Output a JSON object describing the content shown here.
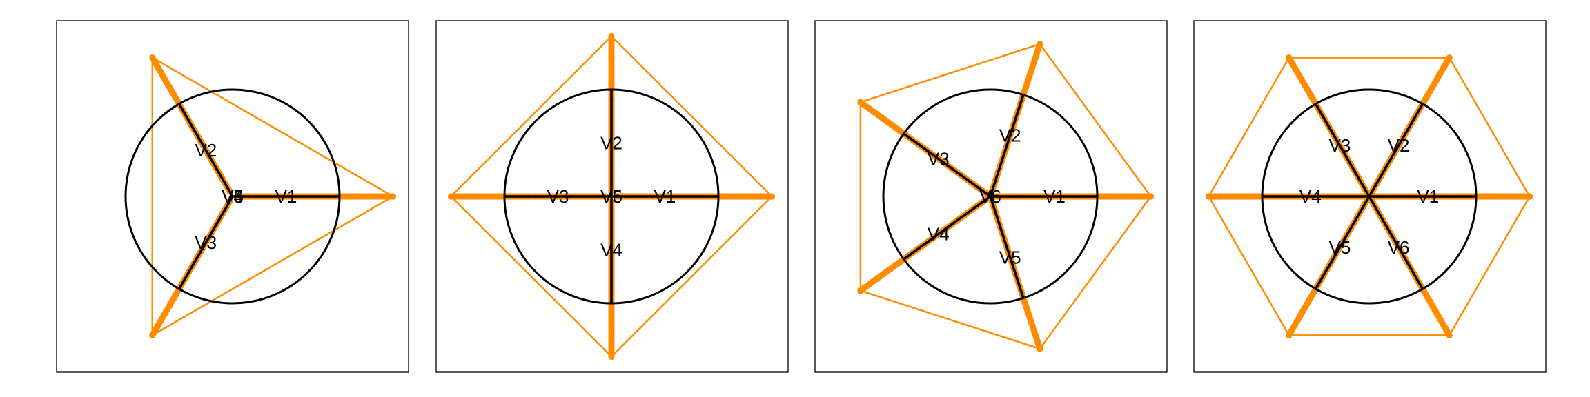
{
  "chart_data": [
    {
      "type": "scatter",
      "description_kind": "radial projection",
      "point_color": "#ff8c00",
      "axis_color": "#000000",
      "circle_radius": 1,
      "hull_radius": 1.5,
      "axes": [
        {
          "label": "V1",
          "angle_deg": 0
        },
        {
          "label": "V2",
          "angle_deg": 120
        },
        {
          "label": "V3",
          "angle_deg": 240
        },
        {
          "label": "V4",
          "angle_deg": 0
        },
        {
          "label": "V5",
          "angle_deg": 0
        },
        {
          "label": "V6",
          "angle_deg": 0
        }
      ]
    },
    {
      "type": "scatter",
      "description_kind": "radial projection",
      "point_color": "#ff8c00",
      "axis_color": "#000000",
      "circle_radius": 1,
      "hull_radius": 1.5,
      "axes": [
        {
          "label": "V1",
          "angle_deg": 0
        },
        {
          "label": "V2",
          "angle_deg": 90
        },
        {
          "label": "V3",
          "angle_deg": 180
        },
        {
          "label": "V4",
          "angle_deg": 270
        },
        {
          "label": "V5",
          "angle_deg": 0
        },
        {
          "label": "V6",
          "angle_deg": 0
        }
      ]
    },
    {
      "type": "scatter",
      "description_kind": "radial projection",
      "point_color": "#ff8c00",
      "axis_color": "#000000",
      "circle_radius": 1,
      "hull_radius": 1.5,
      "axes": [
        {
          "label": "V1",
          "angle_deg": 0
        },
        {
          "label": "V2",
          "angle_deg": 72
        },
        {
          "label": "V3",
          "angle_deg": 144
        },
        {
          "label": "V4",
          "angle_deg": 216
        },
        {
          "label": "V5",
          "angle_deg": 288
        },
        {
          "label": "V6",
          "angle_deg": 0
        }
      ]
    },
    {
      "type": "scatter",
      "description_kind": "radial projection",
      "point_color": "#ff8c00",
      "axis_color": "#000000",
      "circle_radius": 1,
      "hull_radius": 1.5,
      "axes": [
        {
          "label": "V1",
          "angle_deg": 0
        },
        {
          "label": "V2",
          "angle_deg": 60
        },
        {
          "label": "V3",
          "angle_deg": 120
        },
        {
          "label": "V4",
          "angle_deg": 180
        },
        {
          "label": "V5",
          "angle_deg": 240
        },
        {
          "label": "V6",
          "angle_deg": 300
        }
      ]
    }
  ]
}
